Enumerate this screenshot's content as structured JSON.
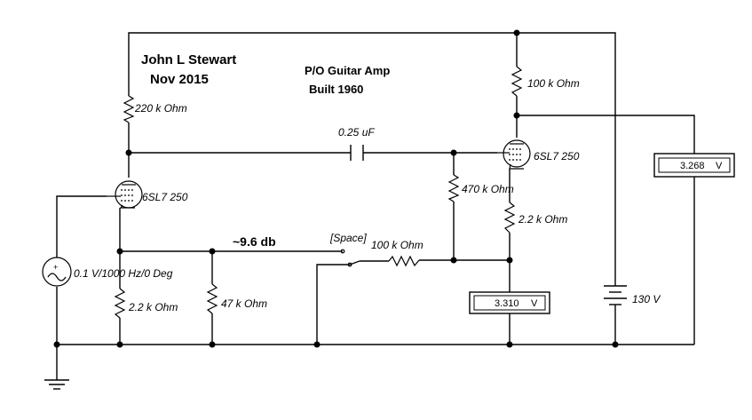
{
  "header": {
    "author": "John L Stewart",
    "date": "Nov 2015",
    "project": "P/O Guitar Amp",
    "built": "Built 1960"
  },
  "components": {
    "r_plate_left": "220 k Ohm",
    "r_plate_right": "100 k Ohm",
    "c_coupling": "0.25 uF",
    "r_grid": "470 k Ohm",
    "r_cathode_right": "2.2 k Ohm",
    "r_cathode_left": "2.2 k Ohm",
    "r_load": "47 k Ohm",
    "r_feedback": "100 k Ohm",
    "tube_left": "6SL7 250",
    "tube_right": "6SL7 250",
    "source": "0.1 V/1000 Hz/0 Deg",
    "battery": "130 V",
    "switch_key": "[Space]"
  },
  "annotations": {
    "gain": "~9.6 db"
  },
  "meters": {
    "plate_voltage": {
      "value": "3.268",
      "unit": "V"
    },
    "cathode_voltage": {
      "value": "3.310",
      "unit": "V"
    }
  }
}
